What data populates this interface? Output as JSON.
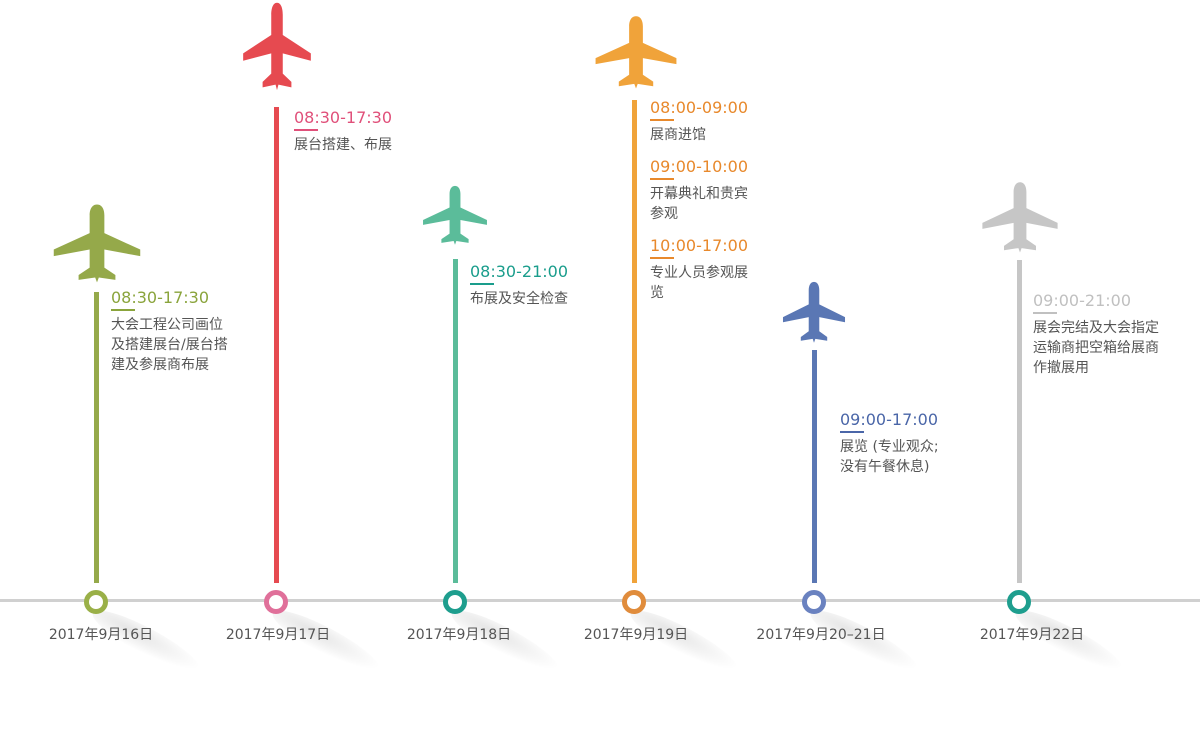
{
  "timeline": [
    {
      "date": "2017年9月16日",
      "color": "#95a94a",
      "events": [
        {
          "time": "08:30-17:30",
          "desc": "大会工程公司画位\n及搭建展台/展台搭\n建及参展商布展"
        }
      ]
    },
    {
      "date": "2017年9月17日",
      "color": "#e64a50",
      "events": [
        {
          "time": "08:30-17:30",
          "desc": "展台搭建、布展"
        }
      ]
    },
    {
      "date": "2017年9月18日",
      "color": "#5bbc9a",
      "events": [
        {
          "time": "08:30-21:00",
          "desc": "布展及安全检查"
        }
      ]
    },
    {
      "date": "2017年9月19日",
      "color": "#f0a33a",
      "events": [
        {
          "time": "08:00-09:00",
          "desc": "展商进馆"
        },
        {
          "time": "09:00-10:00",
          "desc": "开幕典礼和贵宾\n参观"
        },
        {
          "time": "10:00-17:00",
          "desc": "专业人员参观展\n览"
        }
      ]
    },
    {
      "date": "2017年9月20–21日",
      "color": "#5a77b4",
      "events": [
        {
          "time": "09:00-17:00",
          "desc": "展览 (专业观众;\n没有午餐休息)"
        }
      ]
    },
    {
      "date": "2017年9月22日",
      "color": "#c6c6c6",
      "events": [
        {
          "time": "09:00-21:00",
          "desc": "展会完结及大会指定\n运输商把空箱给展商\n作撤展用"
        }
      ]
    }
  ],
  "styling": {
    "time_colors": [
      "#8aa43c",
      "#e0507a",
      "#1a9d8c",
      "#e8892c",
      "#4a66a8",
      "#c0c0c0"
    ],
    "node_colors": [
      "#9ab048",
      "#e0709a",
      "#1e9e8e",
      "#e08c3c",
      "#6a82c0",
      "#1e9e8e"
    ],
    "icon": "airplane-icon"
  }
}
